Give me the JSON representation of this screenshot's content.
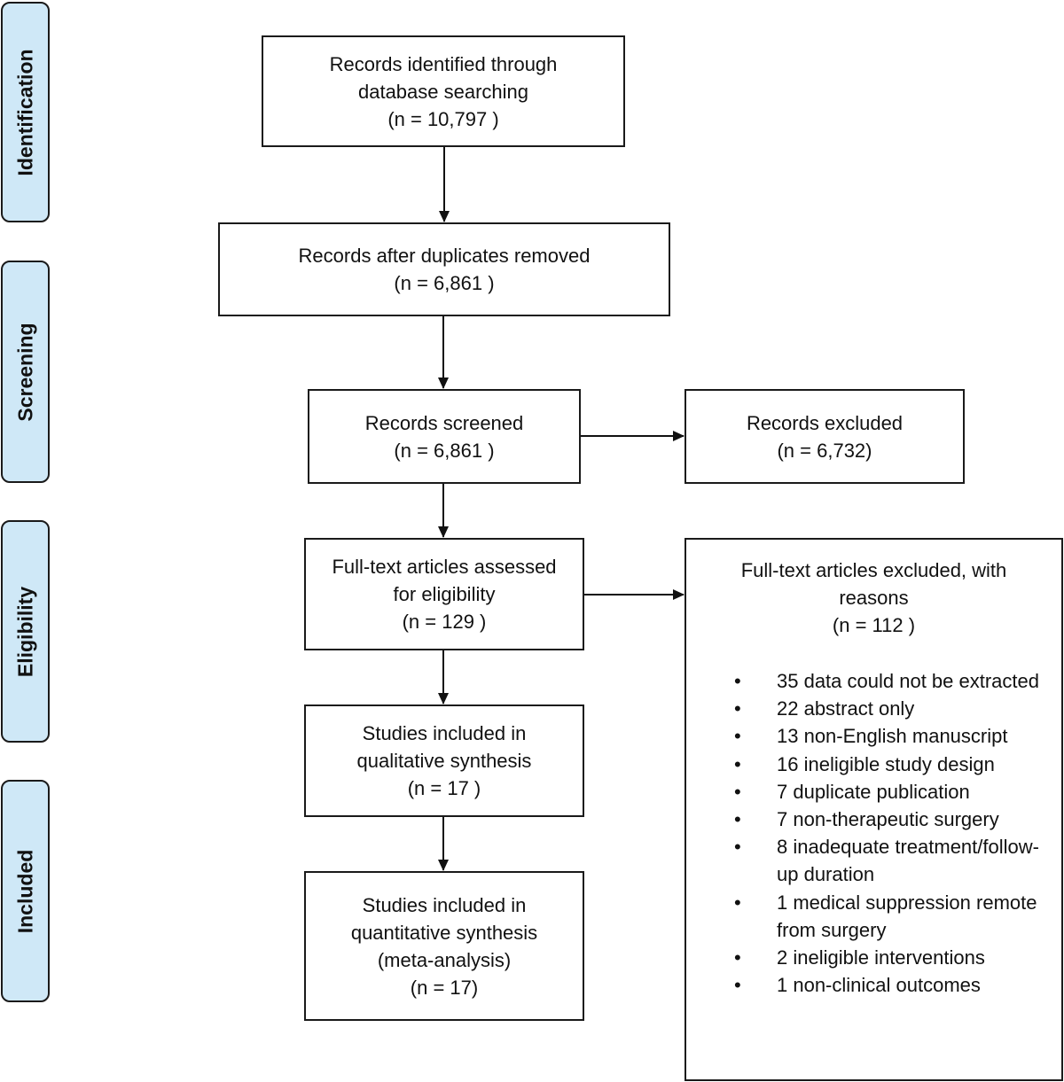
{
  "phases": {
    "identification": "Identification",
    "screening": "Screening",
    "eligibility": "Eligibility",
    "included": "Included"
  },
  "boxes": {
    "identified": {
      "line1": "Records identified through",
      "line2": "database searching",
      "count": "(n =  10,797 )"
    },
    "after_duplicates": {
      "line1": "Records after duplicates removed",
      "count": "(n = 6,861  )"
    },
    "screened": {
      "line1": "Records screened",
      "count": "(n =  6,861 )"
    },
    "excluded": {
      "line1": "Records excluded",
      "count": "(n =   6,732)"
    },
    "fulltext_assessed": {
      "line1": "Full-text articles assessed",
      "line2": "for eligibility",
      "count": "(n =  129 )"
    },
    "qualitative": {
      "line1": "Studies included in",
      "line2": "qualitative synthesis",
      "count": "(n =  17 )"
    },
    "quantitative": {
      "line1": "Studies included in",
      "line2": "quantitative synthesis",
      "line3": "(meta-analysis)",
      "count": "(n =   17)"
    }
  },
  "fulltext_excluded": {
    "line1": "Full-text articles excluded, with",
    "line2": "reasons",
    "count": "(n =  112 )",
    "reasons": [
      "35 data could not be extracted",
      "22 abstract only",
      "13 non-English manuscript",
      "16 ineligible study design",
      "7 duplicate publication",
      "7 non-therapeutic surgery",
      "8 inadequate treatment/follow-up duration",
      "1 medical suppression remote from surgery",
      "2 ineligible interventions",
      "1 non-clinical outcomes"
    ]
  }
}
